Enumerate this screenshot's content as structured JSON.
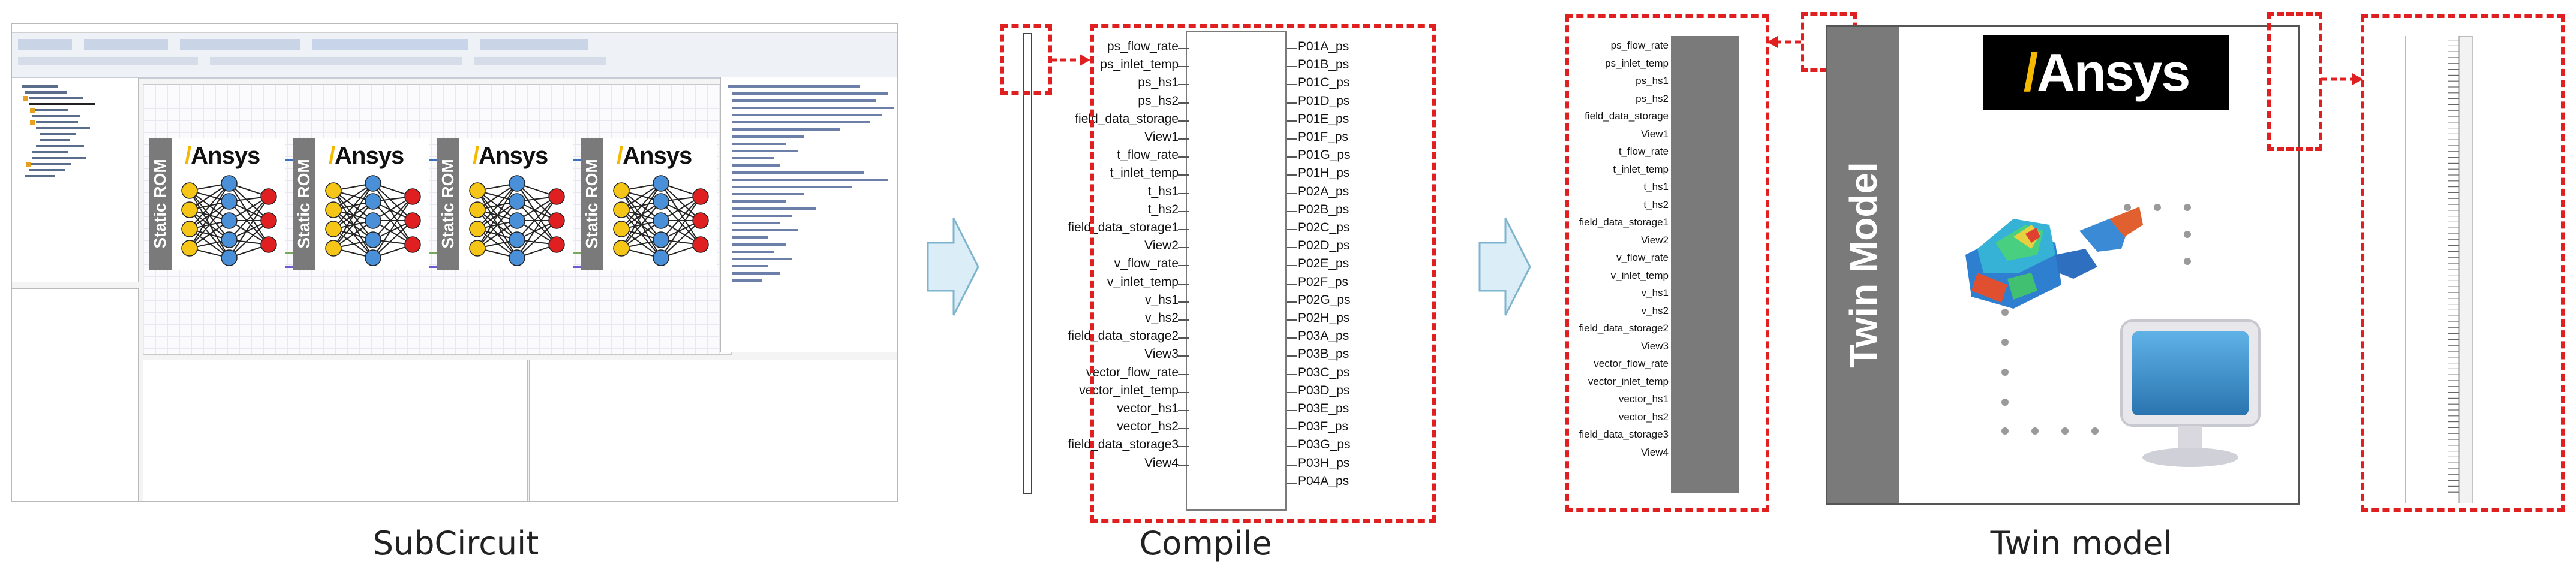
{
  "captions": {
    "subcircuit": "SubCircuit",
    "compile": "Compile",
    "twin_model": "Twin model"
  },
  "rom_cards": [
    {
      "side_label": "Static ROM",
      "logo": "Ansys"
    },
    {
      "side_label": "Static ROM",
      "logo": "Ansys"
    },
    {
      "side_label": "Static ROM",
      "logo": "Ansys"
    },
    {
      "side_label": "Static ROM",
      "logo": "Ansys"
    }
  ],
  "compile": {
    "inputs": [
      "ps_flow_rate",
      "ps_inlet_temp",
      "ps_hs1",
      "ps_hs2",
      "field_data_storage",
      "View1",
      "t_flow_rate",
      "t_inlet_temp",
      "t_hs1",
      "t_hs2",
      "field_data_storage1",
      "View2",
      "v_flow_rate",
      "v_inlet_temp",
      "v_hs1",
      "v_hs2",
      "field_data_storage2",
      "View3",
      "vector_flow_rate",
      "vector_inlet_temp",
      "vector_hs1",
      "vector_hs2",
      "field_data_storage3",
      "View4"
    ],
    "outputs": [
      "P01A_ps",
      "P01B_ps",
      "P01C_ps",
      "P01D_ps",
      "P01E_ps",
      "P01F_ps",
      "P01G_ps",
      "P01H_ps",
      "P02A_ps",
      "P02B_ps",
      "P02C_ps",
      "P02D_ps",
      "P02E_ps",
      "P02F_ps",
      "P02G_ps",
      "P02H_ps",
      "P03A_ps",
      "P03B_ps",
      "P03C_ps",
      "P03D_ps",
      "P03E_ps",
      "P03F_ps",
      "P03G_ps",
      "P03H_ps",
      "P04A_ps"
    ]
  },
  "twin": {
    "side_label": "Twin Model",
    "logo": "Ansys",
    "pins": [
      "ps_flow_rate",
      "ps_inlet_temp",
      "ps_hs1",
      "ps_hs2",
      "field_data_storage",
      "View1",
      "t_flow_rate",
      "t_inlet_temp",
      "t_hs1",
      "t_hs2",
      "field_data_storage1",
      "View2",
      "v_flow_rate",
      "v_inlet_temp",
      "v_hs1",
      "v_hs2",
      "field_data_storage2",
      "View3",
      "vector_flow_rate",
      "vector_inlet_temp",
      "vector_hs1",
      "vector_hs2",
      "field_data_storage3",
      "View4"
    ]
  },
  "colors": {
    "highlight": "#e02020",
    "arrow_fill": "#dbeef7",
    "arrow_stroke": "#7fb4cf",
    "brand_yellow": "#f5b800",
    "panel_gray": "#7a7a7a",
    "node_yellow": "#f5c518",
    "node_blue": "#4a90d9",
    "node_red": "#e02020"
  },
  "icons": [
    "static-rom-neural-net-icon",
    "simulation-3d-part-icon",
    "monitor-icon",
    "flow-arrow-icon"
  ]
}
